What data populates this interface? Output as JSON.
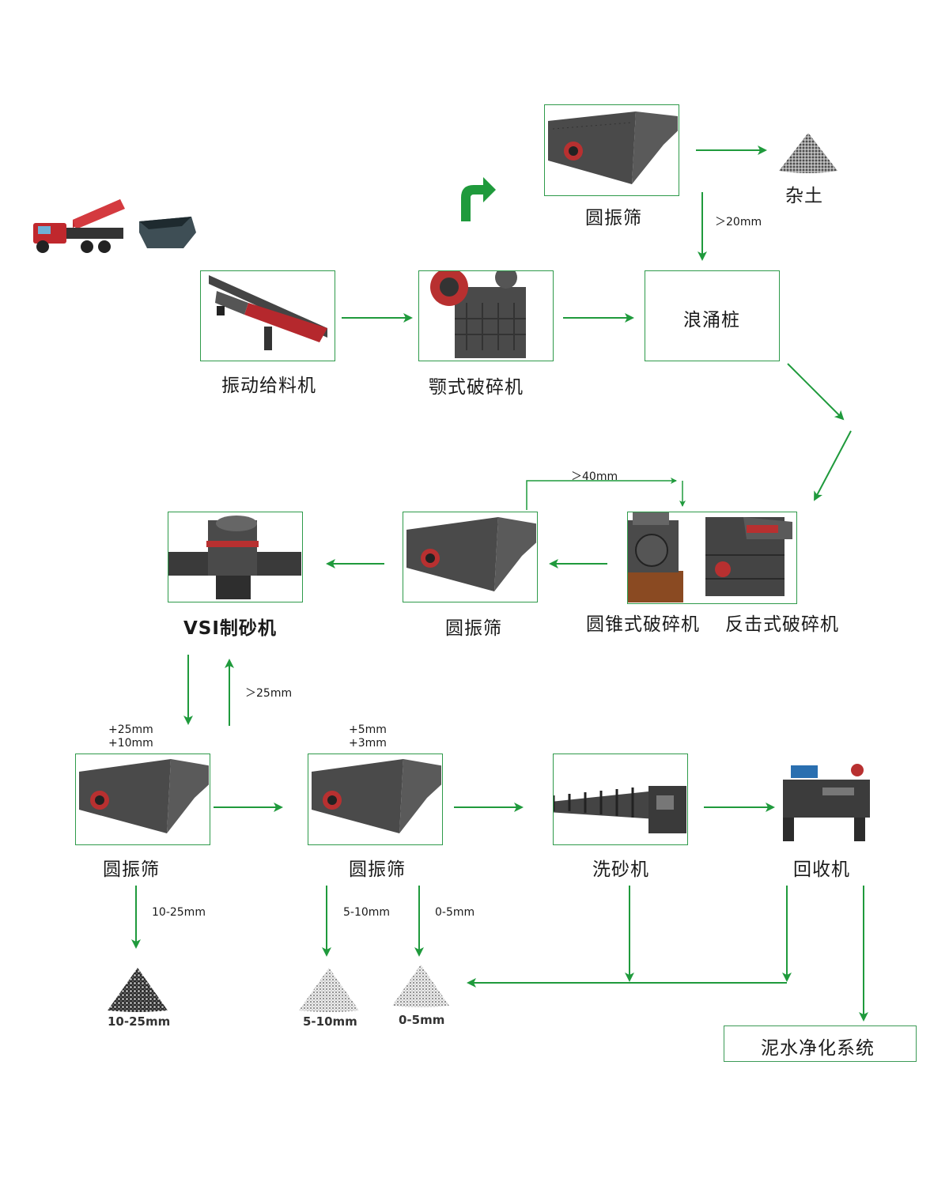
{
  "equipment": {
    "feeder": "振动给料机",
    "jaw_crusher": "颚式破碎机",
    "screen_top": "圆振筛",
    "surge_pile": "浪涌桩",
    "cone_crusher": "圆锥式破碎机",
    "impact_crusher": "反击式破碎机",
    "screen_mid": "圆振筛",
    "vsi": "VSI制砂机",
    "screen_left": "圆振筛",
    "screen_center": "圆振筛",
    "sand_washer": "洗砂机",
    "recycler": "回收机",
    "mud_system": "泥水净化系统"
  },
  "flow_labels": {
    "gt20": "＞20mm",
    "gt40": "＞40mm",
    "gt25": "＞25mm",
    "screen_left_mesh": [
      "+25mm",
      "+10mm"
    ],
    "screen_center_mesh": [
      "+5mm",
      "+3mm"
    ],
    "out_10_25": "10-25mm",
    "out_5_10": "5-10mm",
    "out_0_5": "0-5mm"
  },
  "products": {
    "soil": "杂土",
    "p_10_25": "10-25mm",
    "p_5_10": "5-10mm",
    "p_0_5": "0-5mm"
  },
  "colors": {
    "arrow": "#1f9a3c",
    "box_border": "#2e9a4a",
    "machine": "#3c3c3c",
    "accent_red": "#c0282d"
  }
}
